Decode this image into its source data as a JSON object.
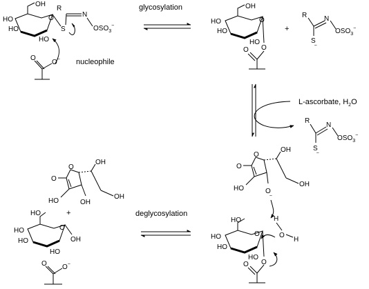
{
  "arrows": {
    "glycosylation": "glycosylation",
    "deglycosylation": "deglycosylation",
    "side_reagent": "L-ascorbate, H",
    "side_reagent_sub": "2",
    "side_reagent_tail": "O"
  },
  "labels": {
    "nucleophile": "nucleophile",
    "plus": "+"
  },
  "atoms": {
    "OH": "OH",
    "HO": "HO",
    "HO_short": "HO",
    "O": "O",
    "S": "S",
    "S_minus": "S",
    "R": "R",
    "N": "N",
    "OSO3": "OSO",
    "sub3": "3",
    "minus": "−",
    "H": "H"
  }
}
